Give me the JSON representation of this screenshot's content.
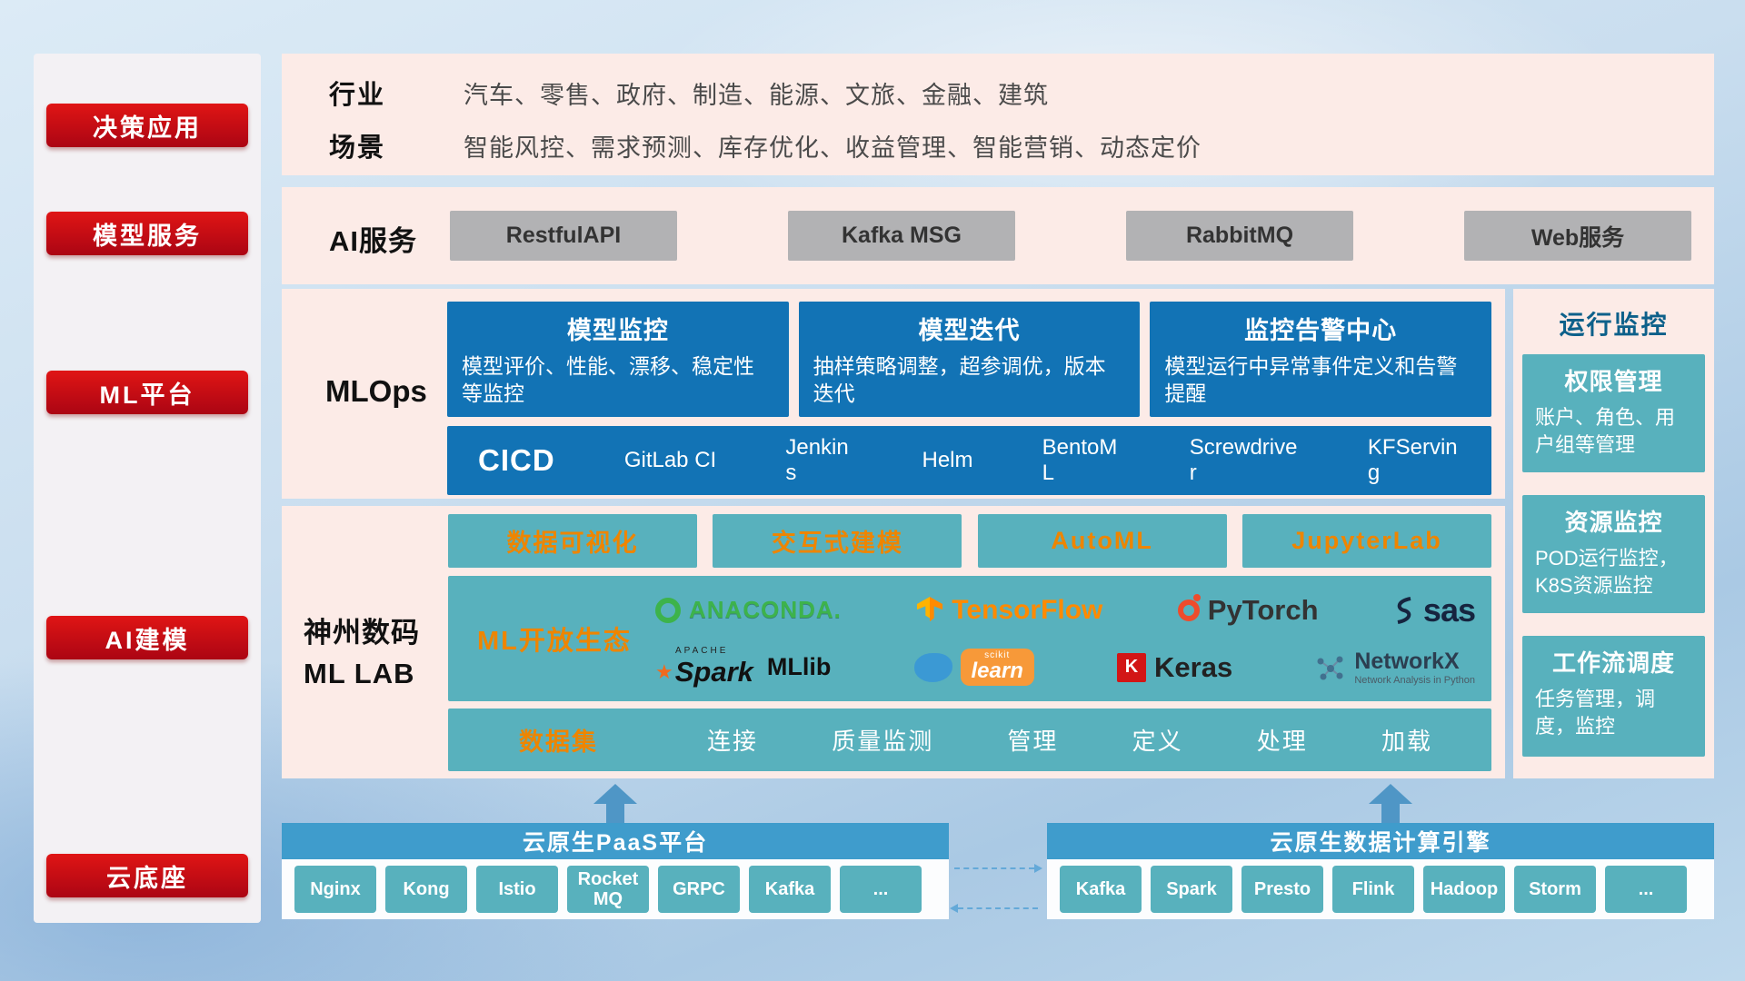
{
  "sidebar": {
    "items": [
      "决策应用",
      "模型服务",
      "ML平台",
      "AI建模",
      "云底座"
    ]
  },
  "industry": {
    "label": "行业",
    "text": "汽车、零售、政府、制造、能源、文旅、金融、建筑"
  },
  "scene": {
    "label": "场景",
    "text": "智能风控、需求预测、库存优化、收益管理、智能营销、动态定价"
  },
  "ai_service": {
    "label": "AI服务",
    "items": [
      "RestfulAPI",
      "Kafka MSG",
      "RabbitMQ",
      "Web服务"
    ]
  },
  "mlops": {
    "label": "MLOps",
    "cards": [
      {
        "title": "模型监控",
        "desc": "模型评价、性能、漂移、稳定性等监控"
      },
      {
        "title": "模型迭代",
        "desc": "抽样策略调整，超参调优，版本迭代"
      },
      {
        "title": "监控告警中心",
        "desc": "模型运行中异常事件定义和告警提醒"
      }
    ],
    "cicd": {
      "title": "CICD",
      "items": [
        "GitLab CI",
        "Jenkins",
        "Helm",
        "BentoML",
        "Screwdriver",
        "KFServing"
      ]
    }
  },
  "monitor": {
    "title": "运行监控",
    "cards": [
      {
        "title": "权限管理",
        "desc": "账户、角色、用户组等管理"
      },
      {
        "title": "资源监控",
        "desc": "POD运行监控，K8S资源监控"
      },
      {
        "title": "工作流调度",
        "desc": "任务管理，调度，监控"
      }
    ]
  },
  "mllab": {
    "label_line1": "神州数码",
    "label_line2": "ML LAB",
    "tools": [
      "数据可视化",
      "交互式建模",
      "AutoML",
      "JupyterLab"
    ],
    "eco_label": "ML开放生态",
    "logos": {
      "anaconda": "ANACONDA.",
      "tensorflow": "TensorFlow",
      "pytorch": "PyTorch",
      "sas": "sas",
      "apache": "APACHE",
      "spark": "Spark",
      "mllib": "MLlib",
      "scikit": "scikit",
      "learn": "learn",
      "keras_letter": "K",
      "keras": "Keras",
      "networkx": "NetworkX",
      "networkx_sub": "Network Analysis in Python"
    },
    "dataset": {
      "title": "数据集",
      "items": [
        "连接",
        "质量监测",
        "管理",
        "定义",
        "处理",
        "加载"
      ]
    }
  },
  "bottom": {
    "paas": {
      "title": "云原生PaaS平台",
      "items": [
        "Nginx",
        "Kong",
        "Istio",
        "RocketMQ",
        "GRPC",
        "Kafka",
        "..."
      ]
    },
    "engine": {
      "title": "云原生数据计算引擎",
      "items": [
        "Kafka",
        "Spark",
        "Presto",
        "Flink",
        "Hadoop",
        "Storm",
        "..."
      ]
    }
  },
  "colors": {
    "red": "#c40d1e",
    "blue": "#1273b5",
    "teal": "#58b1bd",
    "orange": "#ee8500",
    "panel_pink": "#fcebe7",
    "header_blue": "#3f9ccc"
  }
}
